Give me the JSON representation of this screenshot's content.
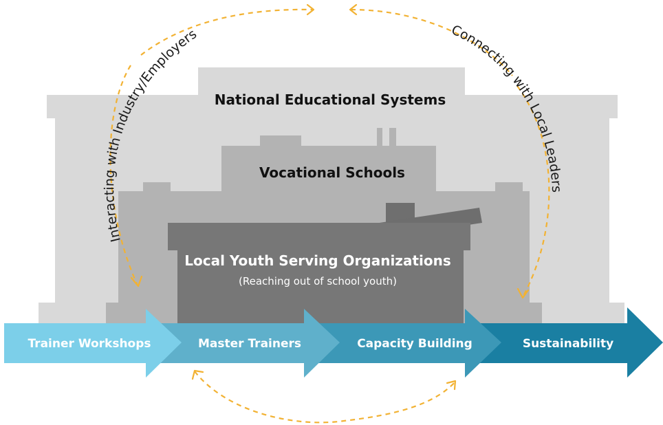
{
  "tiers": {
    "national": {
      "title": "National Educational Systems",
      "color": "#d9d9d9"
    },
    "vocational": {
      "title": "Vocational Schools",
      "color": "#b3b3b3"
    },
    "local": {
      "title": "Local Youth Serving Organizations",
      "subtitle": "(Reaching out of school youth)",
      "color": "#777777"
    }
  },
  "arcs": {
    "left": "Interacting with Industry/Employers",
    "right": "Connecting with Local Leaders",
    "color": "#f2b233"
  },
  "steps": [
    {
      "label": "Trainer Workshops",
      "color": "#7ccfe9"
    },
    {
      "label": "Master Trainers",
      "color": "#5fb0cb"
    },
    {
      "label": "Capacity Building",
      "color": "#3c98b7"
    },
    {
      "label": "Sustainability",
      "color": "#1a7fa2"
    }
  ]
}
